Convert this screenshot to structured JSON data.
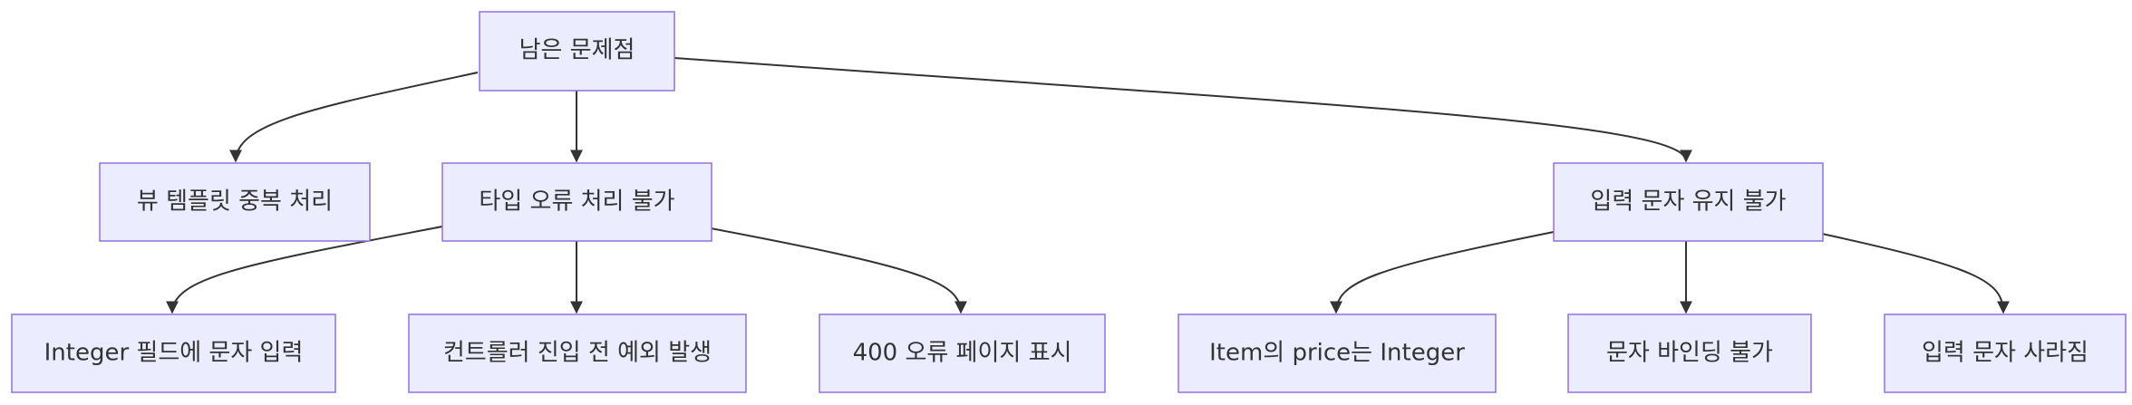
{
  "nodes": {
    "root": "남은 문제점",
    "view_dup": "뷰 템플릿 중복 처리",
    "type_error": "타입 오류 처리 불가",
    "input_keep": "입력 문자 유지 불가",
    "int_field": "Integer 필드에 문자 입력",
    "controller_exc": "컨트롤러 진입 전 예외 발생",
    "page_400": "400 오류 페이지 표시",
    "price_integer": "Item의 price는 Integer",
    "no_binding": "문자 바인딩 불가",
    "input_lost": "입력 문자 사라짐"
  },
  "edges": [
    {
      "from": "root",
      "to": "view_dup"
    },
    {
      "from": "root",
      "to": "type_error"
    },
    {
      "from": "root",
      "to": "input_keep"
    },
    {
      "from": "type_error",
      "to": "int_field"
    },
    {
      "from": "type_error",
      "to": "controller_exc"
    },
    {
      "from": "type_error",
      "to": "page_400"
    },
    {
      "from": "input_keep",
      "to": "price_integer"
    },
    {
      "from": "input_keep",
      "to": "no_binding"
    },
    {
      "from": "input_keep",
      "to": "input_lost"
    }
  ],
  "colors": {
    "node_fill": "#ECECFF",
    "node_border": "#9370DB",
    "edge": "#333333",
    "text": "#333333"
  }
}
